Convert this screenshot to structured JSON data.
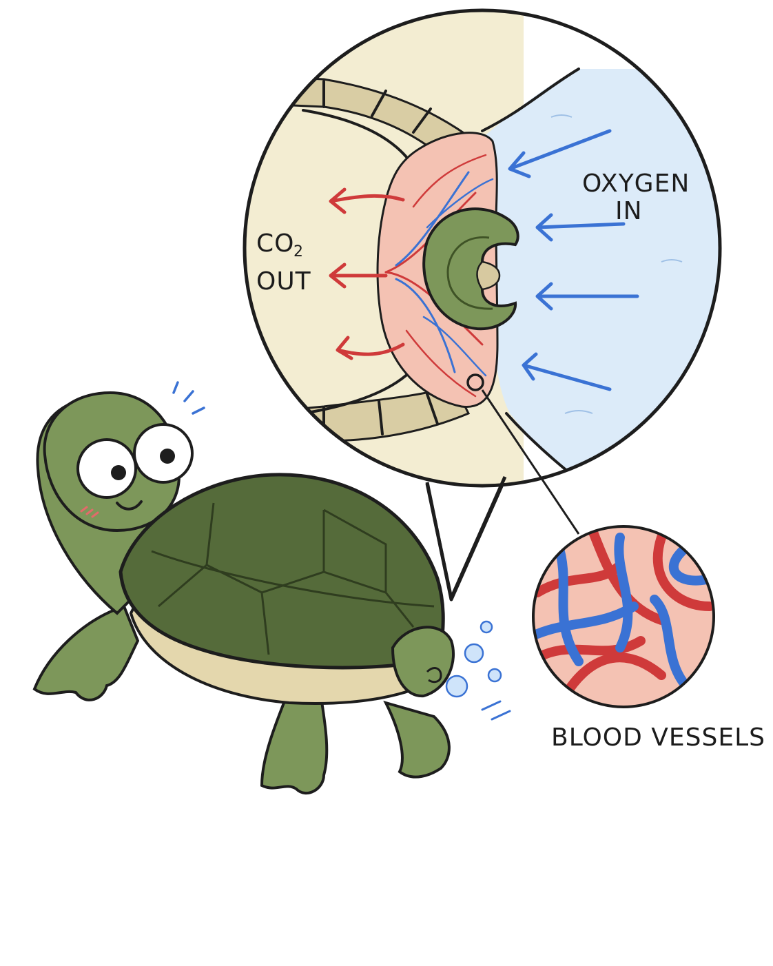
{
  "labels": {
    "oxygen_line1": "OXYGEN",
    "oxygen_line2": "IN",
    "co2_main": "CO",
    "co2_sub": "2",
    "co2_line2": "OUT",
    "blood_vessels": "BLOOD VESSELS"
  },
  "colors": {
    "water": "#dcebf9",
    "shell_inner": "#f3edd2",
    "shell_band": "#d9cda4",
    "tissue": "#f4c2b3",
    "vessel_red": "#cf3a3a",
    "vessel_blue": "#3a72d4",
    "turtle_skin": "#7d975a",
    "turtle_shell": "#556b3a",
    "plastron": "#e4d7ad"
  },
  "icons": [
    "oxygen-arrow-icon",
    "co2-arrow-icon",
    "bubble-icon",
    "magnifier-ring-icon"
  ]
}
